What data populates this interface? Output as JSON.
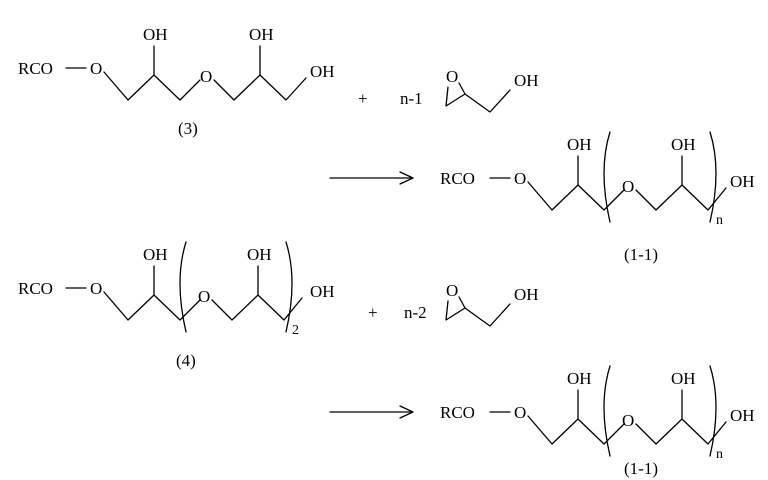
{
  "scheme": {
    "rco": "RCO",
    "o": "O",
    "oh": "OH",
    "plus": "+",
    "coef_3": "n-1",
    "coef_4": "n-2",
    "sub_n": "n",
    "sub_2": "2",
    "label_3": "(3)",
    "label_4": "(4)",
    "label_product": "(1-1)"
  }
}
